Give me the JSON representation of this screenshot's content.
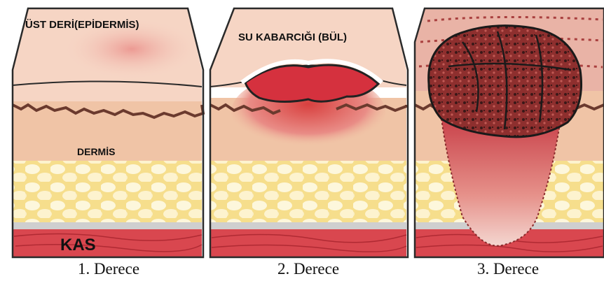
{
  "panels": [
    {
      "label": "ÜST DERİ(EPİDERMİS)",
      "inner_labels": [
        "DERMİS",
        "KAS"
      ],
      "caption": "1. Derece"
    },
    {
      "label": "SU KABARCIĞI (BÜL)",
      "caption": "2. Derece"
    },
    {
      "caption": "3. Derece"
    }
  ],
  "colors": {
    "epidermis": "#f3c7b3",
    "dermis": "#f0c4a6",
    "fat": "#f7e39a",
    "fat_cell": "#fdf6d8",
    "muscle": "#d9474f",
    "outline": "#2a2a2a",
    "burn": "#d23a3f"
  }
}
